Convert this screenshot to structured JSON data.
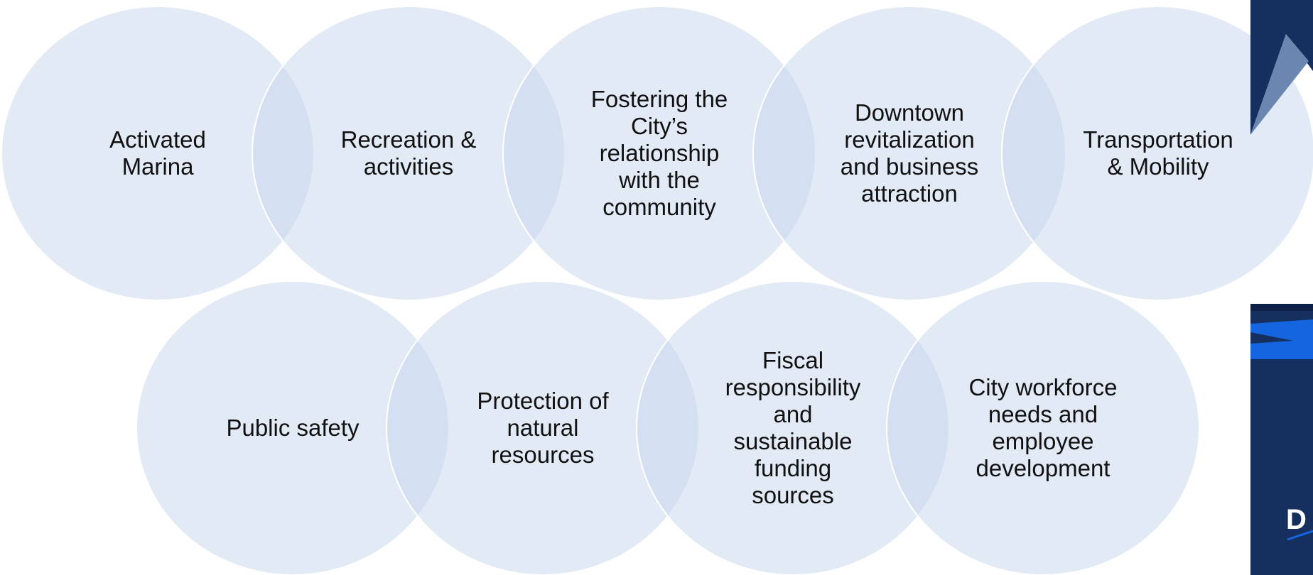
{
  "diagram": {
    "colors": {
      "circle_fill": "#c6d6ee",
      "circle_stroke": "#ffffff",
      "brand_navy": "#15305f",
      "brand_blue": "#1565e0",
      "text": "#111111"
    },
    "top_row": [
      {
        "id": "activated-marina",
        "label": "Activated\nMarina"
      },
      {
        "id": "recreation-activities",
        "label": "Recreation &\nactivities"
      },
      {
        "id": "city-community",
        "label": "Fostering the\nCity’s\nrelationship\nwith the\ncommunity"
      },
      {
        "id": "downtown",
        "label": "Downtown\nrevitalization\nand business\nattraction"
      },
      {
        "id": "transportation",
        "label": "Transportation\n& Mobility"
      }
    ],
    "bottom_row": [
      {
        "id": "public-safety",
        "label": "Public safety"
      },
      {
        "id": "natural-resources",
        "label": "Protection of\nnatural\nresources"
      },
      {
        "id": "fiscal",
        "label": "Fiscal\nresponsibility\nand\nsustainable\nfunding\nsources"
      },
      {
        "id": "workforce",
        "label": "City workforce\nneeds and\nemployee\ndevelopment"
      }
    ],
    "brand_text": "D"
  }
}
